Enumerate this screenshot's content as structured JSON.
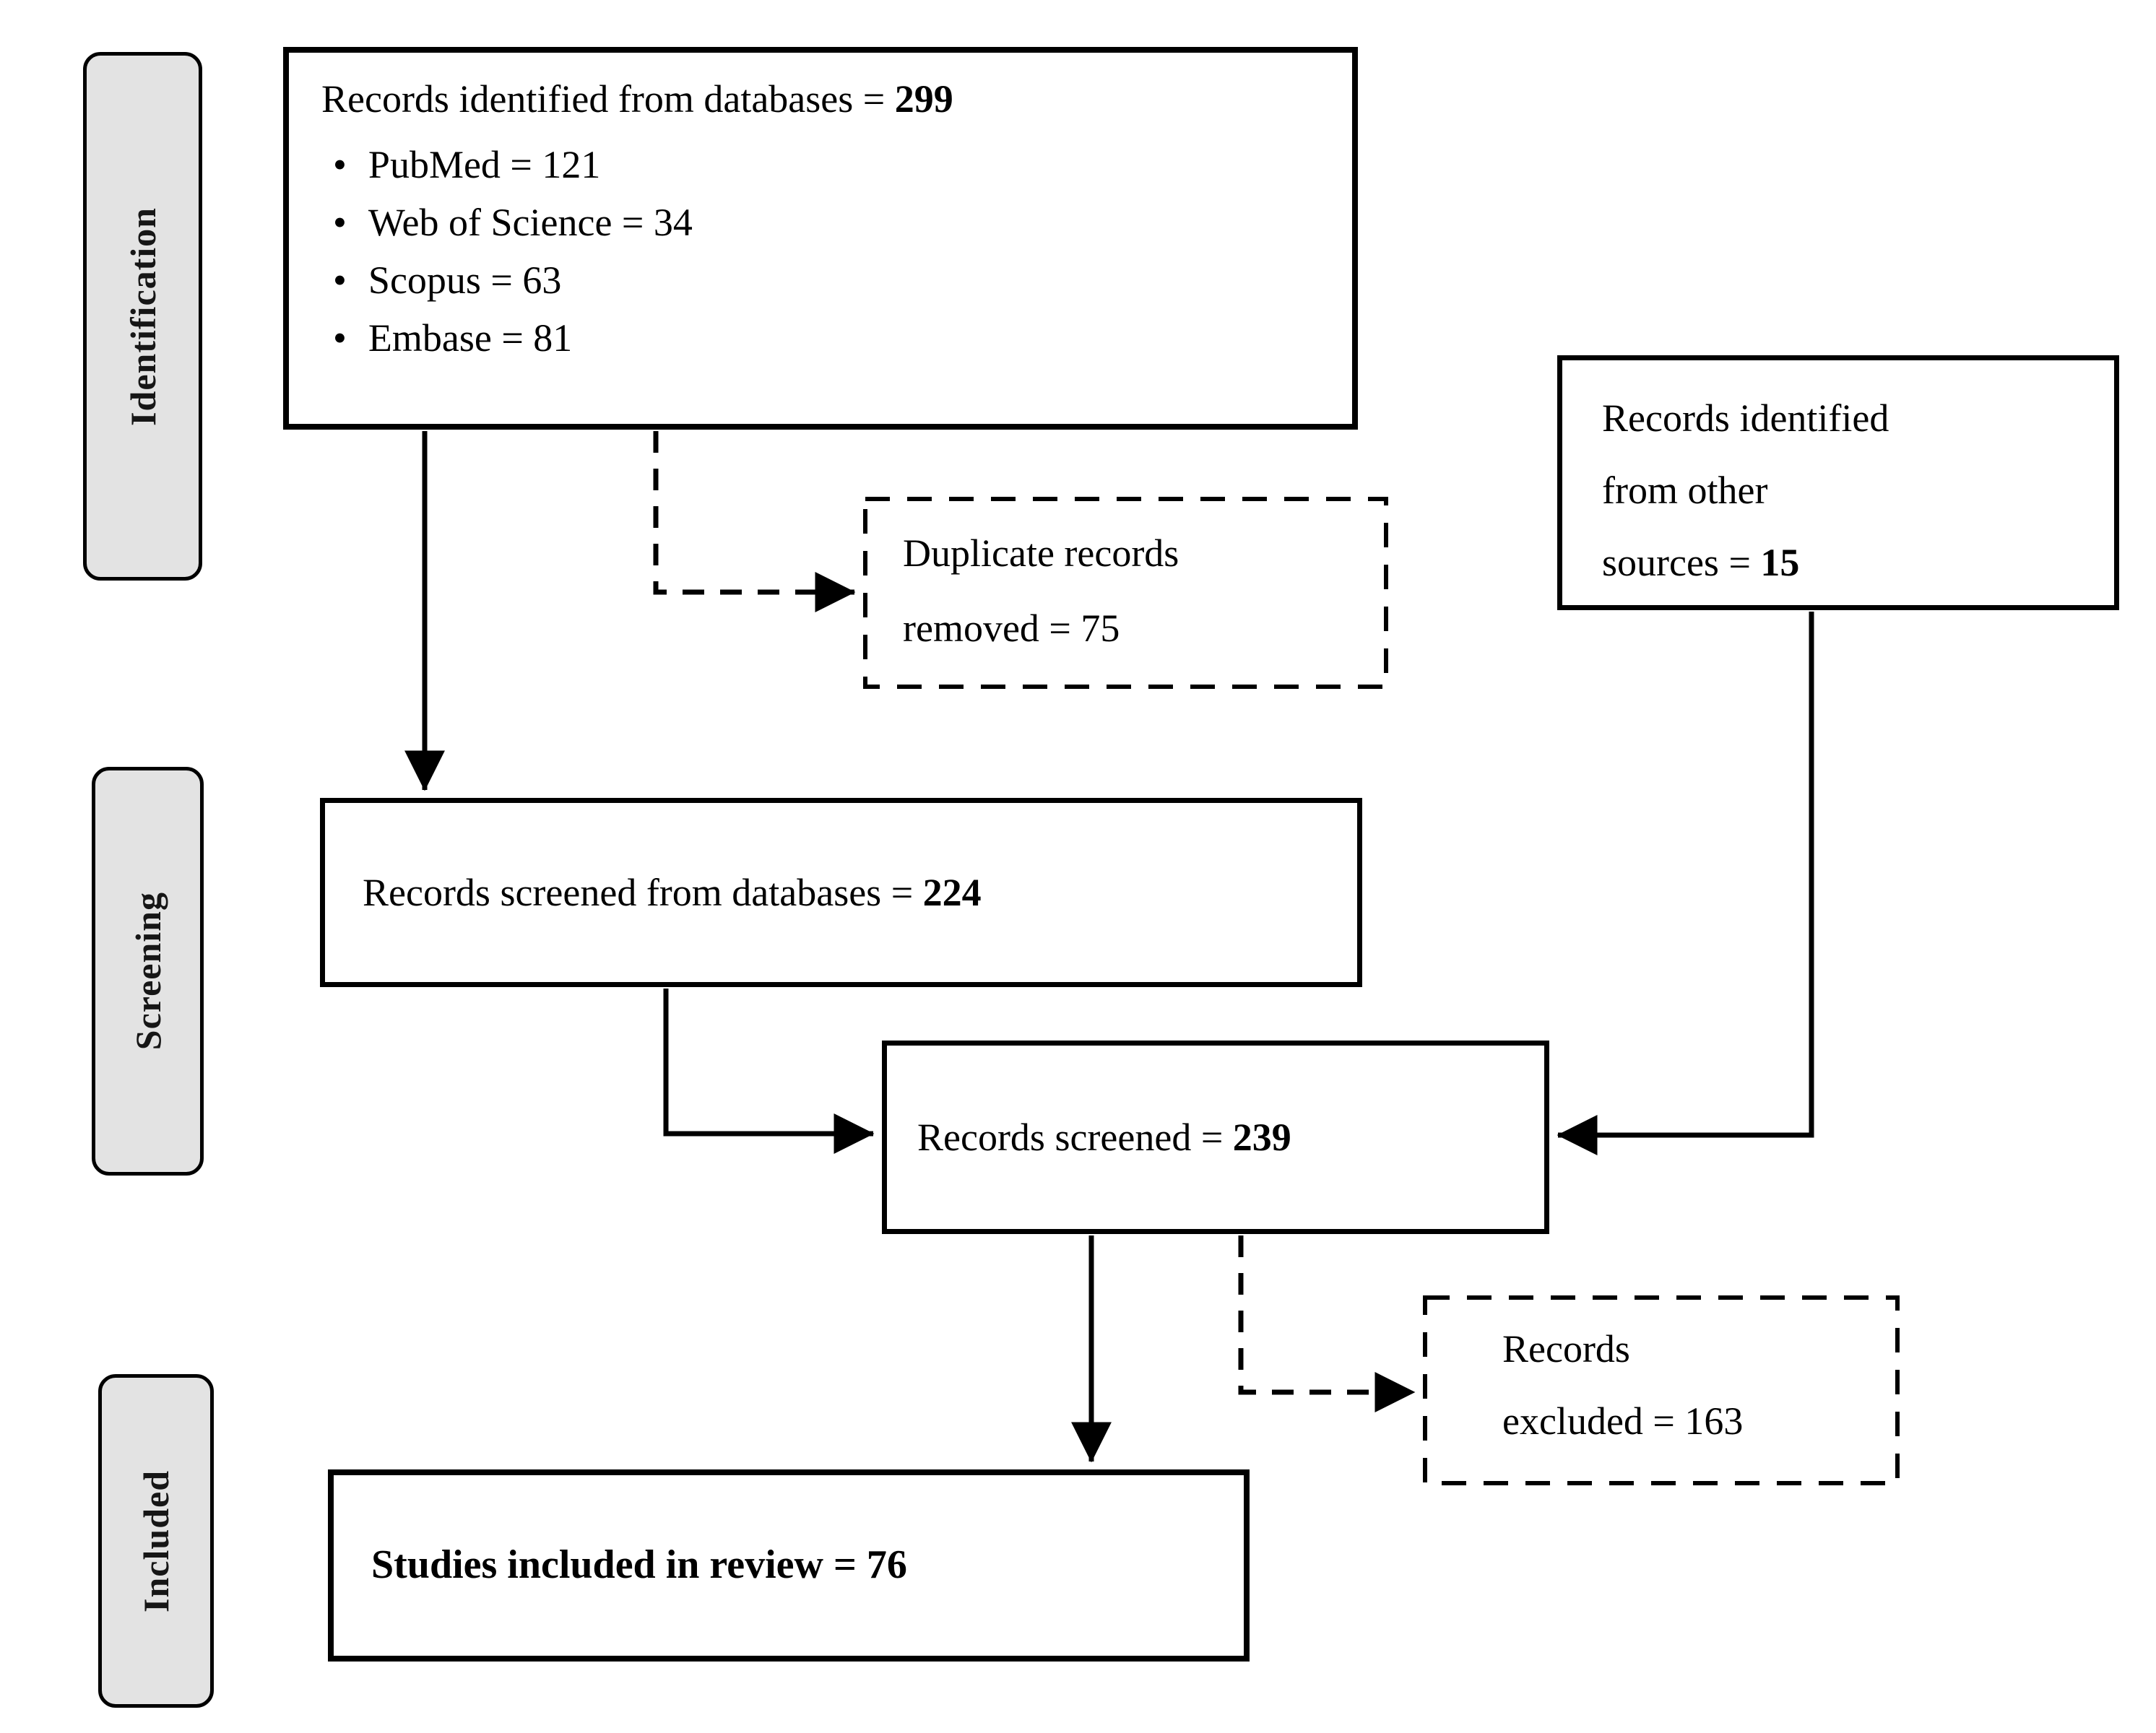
{
  "figure": {
    "background": "#ffffff",
    "ink": "#000000",
    "stage_fill": "#e3e3e3"
  },
  "stages": [
    {
      "label": "Identification"
    },
    {
      "label": "Screening"
    },
    {
      "label": "Included"
    }
  ],
  "boxes": {
    "identified_db": {
      "title": "Records identified from databases = ",
      "value": "299",
      "bullets": [
        "PubMed = 121",
        "Web of Science = 34",
        "Scopus = 63",
        "Embase = 81"
      ]
    },
    "duplicates_removed": {
      "lines": [
        "Duplicate records",
        "removed = 75"
      ]
    },
    "other_sources": {
      "lines": [
        "Records identified",
        "from other"
      ],
      "last_prefix": "sources = ",
      "value": "15"
    },
    "screened_db": {
      "title": "Records screened from databases = ",
      "value": "224"
    },
    "records_screened": {
      "title": "Records screened = ",
      "value": "239"
    },
    "records_excluded": {
      "lines": [
        "Records",
        "excluded = 163"
      ]
    },
    "included_studies": {
      "title": "Studies included in review = ",
      "value": "76"
    }
  }
}
